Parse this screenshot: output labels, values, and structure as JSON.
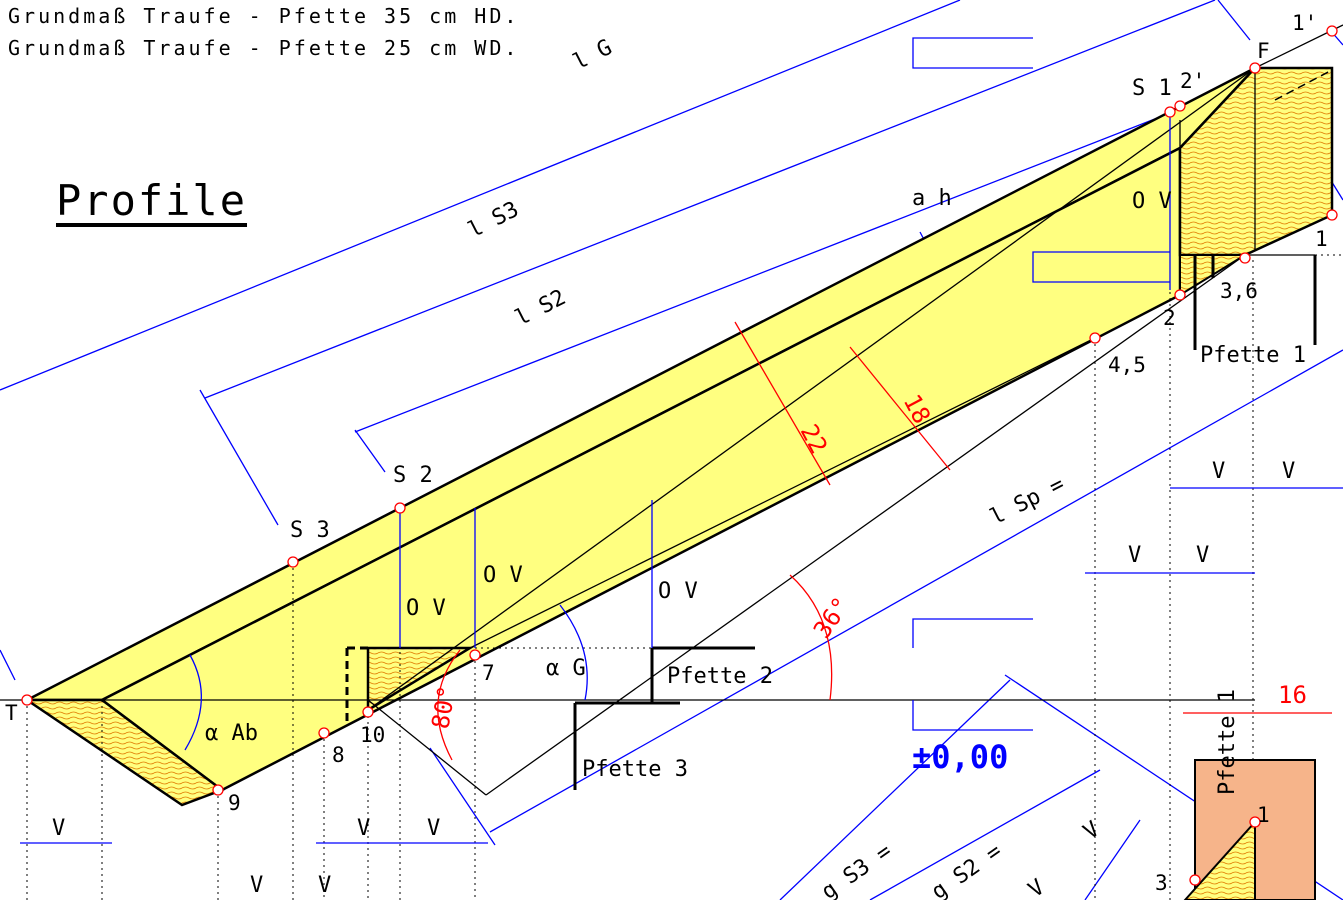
{
  "header_lines": [
    "Grundmaß Traufe - Pfette 35 cm HD.",
    "Grundmaß Traufe - Pfette 25 cm WD."
  ],
  "title": "Profile",
  "colors": {
    "timber": "#ffff80",
    "grain": "#e07a00",
    "blue": "#0000ff",
    "red": "#ff0000",
    "pfette_block": "#f6b48a",
    "black": "#000000"
  },
  "labels": {
    "lG": "l G",
    "lS3": "l S3",
    "lS2": "l S2",
    "lSp": "l Sp =",
    "ah": "a h",
    "ov": "O V",
    "alphaAb": "α Ab",
    "alphaG": "α G",
    "s1": "S 1",
    "s2": "S 2",
    "s3": "S 3",
    "pfette1": "Pfette 1",
    "pfette1v": "Pfette 1",
    "pfette2": "Pfette 2",
    "pfette3": "Pfette 3",
    "zero": "±0,00",
    "v": "V",
    "gS3": "g S3 =",
    "gS2": "g S2 ="
  },
  "points": {
    "T": "T",
    "F": "F",
    "p1": "1",
    "p1p": "1'",
    "p2": "2",
    "p2p": "2'",
    "p36": "3,6",
    "p45": "4,5",
    "p7": "7",
    "p8": "8",
    "p9": "9",
    "p10": "10",
    "p1b": "1",
    "p3b": "3"
  },
  "dimensions": {
    "d22": "22",
    "d18": "18",
    "d16": "16",
    "a36": "36°",
    "a80": "80°"
  }
}
